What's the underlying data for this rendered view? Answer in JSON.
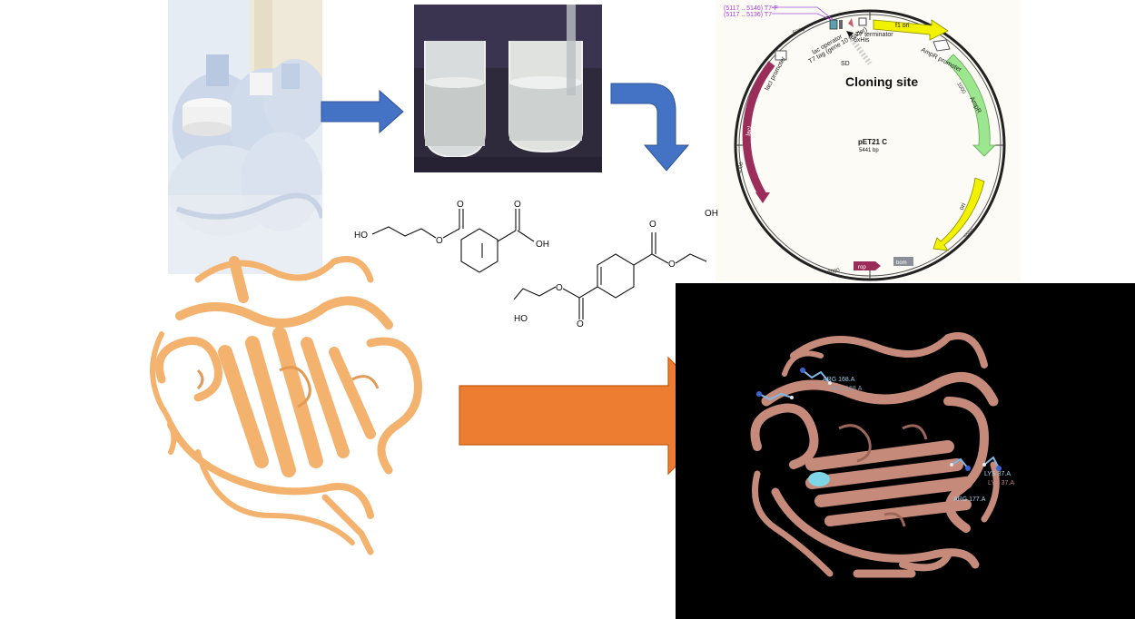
{
  "plasmid": {
    "name": "pET21 C",
    "size": "5441 bp",
    "cloning_site": "Cloning site",
    "primer_labels": [
      "(5117 .. 5146)  T7-F",
      "(5117 .. 5136)  T7"
    ],
    "features": {
      "t7_terminator": "T7 terminator",
      "f1_ori": "f1 ori",
      "ampr_promoter": "AmpR promoter",
      "ampr": "AmpR",
      "ori": "ori",
      "rop": "rop",
      "bom": "bom",
      "laci": "lacI",
      "laci_promoter": "lacI promoter",
      "lac_operator": "lac operator",
      "t7_tag": "T7 tag (gene 10 leader)",
      "his_tag": "6xHis",
      "sd": "SD"
    },
    "ticks": [
      "5000",
      "1000",
      "2000",
      "3000",
      "4000"
    ]
  },
  "molecules": {
    "left": {
      "ho": "HO",
      "oh": "OH"
    },
    "right": {
      "oh": "OH",
      "ho": "HO"
    },
    "atom_o": "O"
  },
  "residue_labels": [
    "ARG 168.A",
    "ARG 168.A",
    "LYS 37.A",
    "ARG 177.A",
    "LYS 37.A"
  ],
  "colors": {
    "blue_arrow": "#4472c4",
    "orange_arrow": "#ed7d31",
    "protein_left": "#f4b26f",
    "protein_right": "#c58a7a",
    "laci": "#9b2d5a",
    "ampr": "#9ce68f",
    "f1ori": "#f2f200"
  }
}
